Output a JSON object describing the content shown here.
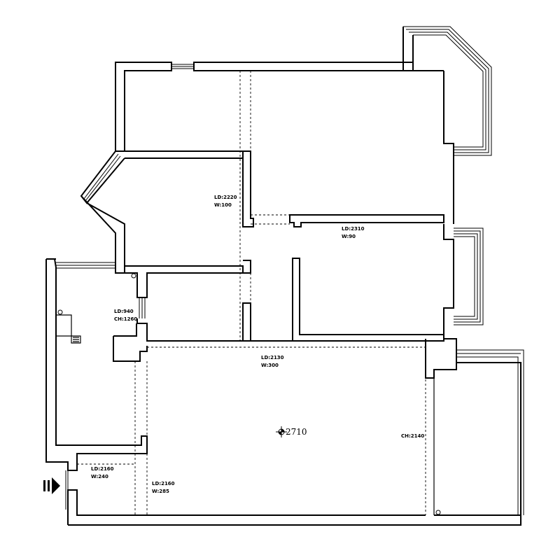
{
  "annotations": {
    "ld_2220": "LD:2220",
    "w_100": "W:100",
    "ld_2310": "LD:2310",
    "w_90": "W:90",
    "ld_940": "LD:940",
    "ch_1260": "CH:1260",
    "ld_2130": "LD:2130",
    "w_300": "W:300",
    "elevation": "2710",
    "ch_2140": "CH:2140",
    "ld_2160_a": "LD:2160",
    "w_240": "W:240",
    "ld_2160_b": "LD:2160",
    "w_285": "W:285"
  },
  "entrance_icon": "entrance-arrow-icon",
  "elevation_icon": "crosshair-icon"
}
